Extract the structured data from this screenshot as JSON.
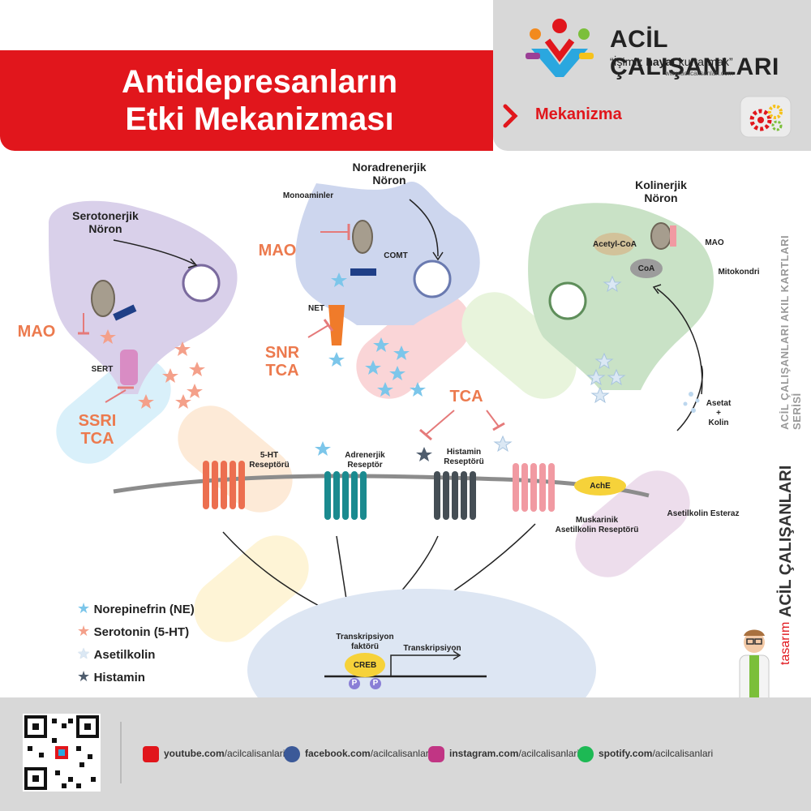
{
  "header": {
    "title_line1": "Antidepresanların",
    "title_line2": "Etki Mekanizması",
    "brand": "ACİL ÇALIŞANLARI",
    "slogan_pre": "“İşimiz ",
    "slogan_bold": "hayat",
    "slogan_post": " kurtarmak”",
    "url": "www.acilcalisanlari.com",
    "section": "Mekanizma"
  },
  "neurons": {
    "serotonergic": "Serotonerjik\nNöron",
    "noradrenergic": "Noradrenerjik\nNöron",
    "cholinergic": "Kolinerjik\nNöron"
  },
  "small_labels": {
    "sert": "SERT",
    "net": "NET",
    "monoamines": "Monoaminler",
    "comt": "COMT",
    "acetyl_coa": "Acetyl-CoA",
    "coa": "CoA",
    "mao_small": "MAO",
    "mitochondria": "Mitokondri",
    "acetate_choline": "Asetat\n+\nKolin",
    "receptor_5ht": "5-HT\nReseptörü",
    "receptor_adrenergic": "Adrenerjik\nReseptör",
    "receptor_histamine": "Histamin\nReseptörü",
    "receptor_muscarinic": "Muskarinik\nAsetilkolin Reseptörü",
    "ache": "AchE",
    "acetylcholinesterase": "Asetilkolin Esteraz",
    "transcription_factor": "Transkripsiyon\nfaktörü",
    "transcription": "Transkripsiyon",
    "creb": "CREB",
    "p": "P"
  },
  "drugs": {
    "mao_left": "MAO",
    "ssri_tca": "SSRI\nTCA",
    "mao_mid": "MAO",
    "snr_tca": "SNR\nTCA",
    "tca": "TCA"
  },
  "legend": [
    {
      "label": "Norepinefrin (NE)",
      "color": "#7cc6ea"
    },
    {
      "label": "Serotonin (5-HT)",
      "color": "#f4a08a"
    },
    {
      "label": "Asetilkolin",
      "color": "#dbe8f4"
    },
    {
      "label": "Histamin",
      "color": "#4f5d6e"
    }
  ],
  "side": {
    "series": "ACİL ÇALIŞANLARI AKIL KARTLARI SERİSİ",
    "design_pre": "tasarım",
    "design_brand": "ACİL ÇALIŞANLARI"
  },
  "social": [
    {
      "icon": "youtube-icon",
      "pre": "youtube.com",
      "post": "/acilcalisanlari",
      "color": "#e1161c"
    },
    {
      "icon": "facebook-icon",
      "pre": "facebook.com",
      "post": "/acilcalisanlari",
      "color": "#3b5998"
    },
    {
      "icon": "instagram-icon",
      "pre": "instagram.com",
      "post": "/acilcalisanlari",
      "color": "#c13584"
    },
    {
      "icon": "spotify-icon",
      "pre": "spotify.com",
      "post": "/acilcalisanlari",
      "color": "#1db954"
    }
  ],
  "colors": {
    "brand_red": "#e1161c",
    "drug_orange": "#ec7a4e",
    "serotonergic_fill": "#d9d0ea",
    "noradrenergic_fill": "#cdd6ee",
    "cholinergic_fill": "#c9e2c6"
  }
}
